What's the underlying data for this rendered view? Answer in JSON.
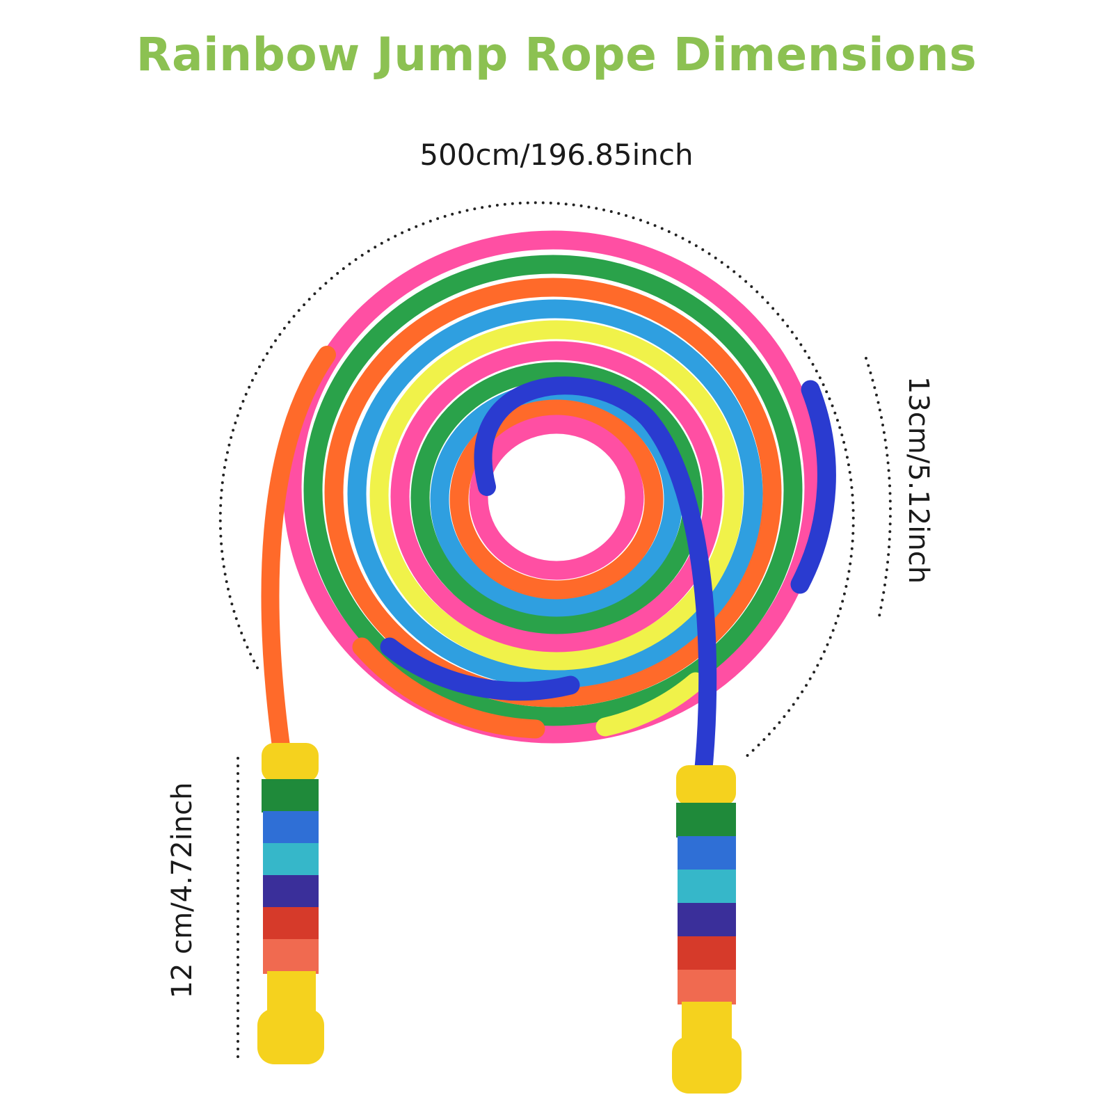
{
  "title": "Rainbow Jump Rope Dimensions",
  "dimensions": {
    "rope_length": "500cm/196.85inch",
    "coil_diameter": "13cm/5.12inch",
    "handle_length": "12 cm/4.72inch"
  },
  "colors": {
    "title": "#8cc152",
    "rope": [
      "#ff4fa3",
      "#2aa24a",
      "#ff6a2a",
      "#2f9fe0",
      "#f0f24a",
      "#2a3bd0"
    ],
    "handle_cap": "#f5d21e",
    "handle_stripes": [
      "#1f8a3a",
      "#2f6fd6",
      "#36b7c9",
      "#3a2f9a",
      "#d63a2a",
      "#f06a50"
    ]
  }
}
